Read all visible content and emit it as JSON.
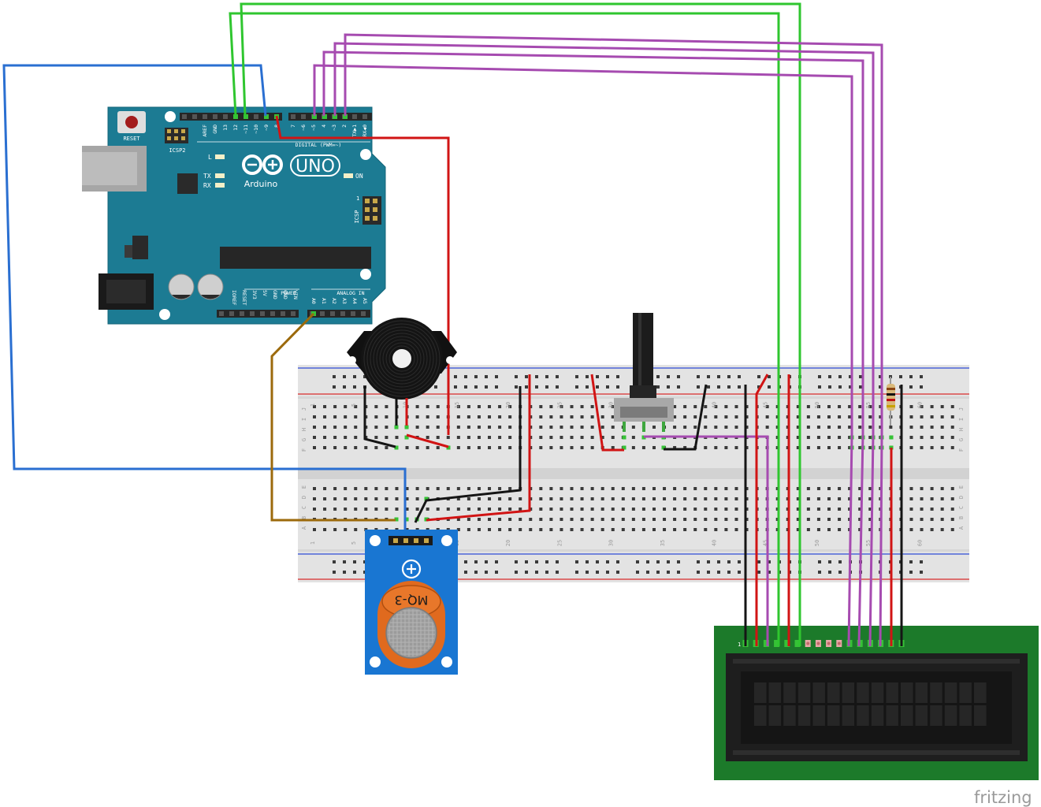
{
  "brand": "fritzing",
  "arduino": {
    "name": "Arduino",
    "model": "UNO",
    "reset_label": "RESET",
    "icsp2_label": "ICSP2",
    "icsp_label": "ICSP",
    "icsp_pin1": "1",
    "led_l": "L",
    "led_tx": "TX",
    "led_rx": "RX",
    "on_label": "ON",
    "digital_label": "DIGITAL (PWM=~)",
    "power_label": "POWER",
    "analog_label": "ANALOG IN",
    "digital_pins": [
      "AREF",
      "GND",
      "13",
      "12",
      "~11",
      "~10",
      "~9",
      "8",
      "7",
      "~6",
      "~5",
      "4",
      "~3",
      "2",
      "TX▶1",
      "RX◀0"
    ],
    "power_pins": [
      "IOREF",
      "RESET",
      "3V3",
      "5V",
      "GND",
      "GND",
      "VIN"
    ],
    "analog_pins": [
      "A0",
      "A1",
      "A2",
      "A3",
      "A4",
      "A5"
    ]
  },
  "breadboard": {
    "column_numbers": [
      "1",
      "5",
      "10",
      "15",
      "20",
      "25",
      "30",
      "35",
      "40",
      "45",
      "50",
      "55",
      "60"
    ],
    "rows_top": [
      "J",
      "I",
      "H",
      "G",
      "F"
    ],
    "rows_bottom": [
      "E",
      "D",
      "C",
      "B",
      "A"
    ]
  },
  "sensor": {
    "label": "MQ-3"
  },
  "lcd": {
    "pin1_label": "1"
  },
  "colors": {
    "board": "#1c7b93",
    "breadboard": "#e3e3e3",
    "lcd_pcb": "#1c7a2a",
    "wire_green": "#2fc62f",
    "wire_purple": "#a64bb0",
    "wire_red": "#d11414",
    "wire_black": "#151515",
    "wire_blue": "#2a6fd1",
    "wire_brown": "#9c6a0c",
    "sensor_pcb": "#1976d2",
    "sensor_body": "#e06a1e"
  }
}
